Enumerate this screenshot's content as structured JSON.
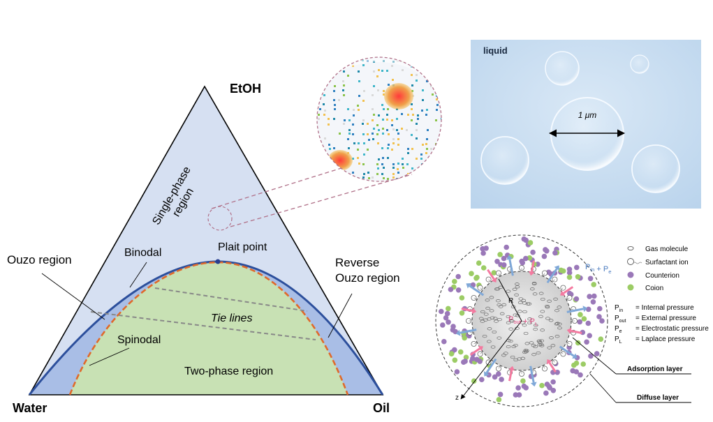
{
  "ternary": {
    "vertex_top": "EtOH",
    "vertex_left": "Water",
    "vertex_right": "Oil",
    "single_phase_line1": "Single-phase",
    "single_phase_line2": "region",
    "binodal": "Binodal",
    "plait_point": "Plait point",
    "ouzo_region": "Ouzo region",
    "reverse_ouzo_line1": "Reverse",
    "reverse_ouzo_line2": "Ouzo region",
    "tie_lines": "Tie lines",
    "spinodal": "Spinodal",
    "two_phase": "Two-phase region"
  },
  "micrograph": {
    "label": "liquid",
    "scale_bar": "1 μm"
  },
  "bubble": {
    "pressure_in_e": "P_in + P_e",
    "pressure_out_l": "P_out + P_L",
    "radius_label": "R",
    "axis_label": "z",
    "legend": [
      {
        "symbol": "gas",
        "text": "Gas molecule"
      },
      {
        "symbol": "surfactant",
        "text": "Surfactant ion"
      },
      {
        "symbol": "counterion",
        "text": "Counterion"
      },
      {
        "symbol": "coion",
        "text": "Coion"
      }
    ],
    "definitions": [
      {
        "sym": "P_in",
        "text": "= Internal pressure"
      },
      {
        "sym": "P_out",
        "text": "= External pressure"
      },
      {
        "sym": "P_e",
        "text": "= Electrostatic pressure"
      },
      {
        "sym": "P_L",
        "text": "= Laplace pressure"
      }
    ],
    "adsorption_layer": "Adsorption layer",
    "diffuse_layer": "Diffuse layer"
  },
  "colors": {
    "single_phase": "#d6e0f2",
    "ouzo_band": "#a9bee6",
    "two_phase": "#c8e1b4",
    "binodal": "#2c4f9c",
    "spinodal": "#e0692a",
    "plait_point": "#2a3f8f",
    "counterion": "#9a78b8",
    "coion": "#9ccc65",
    "pressure_out": "#f47aa0",
    "pressure_in": "#7fa8d8",
    "micrograph_bg": "#c6dcf0"
  }
}
